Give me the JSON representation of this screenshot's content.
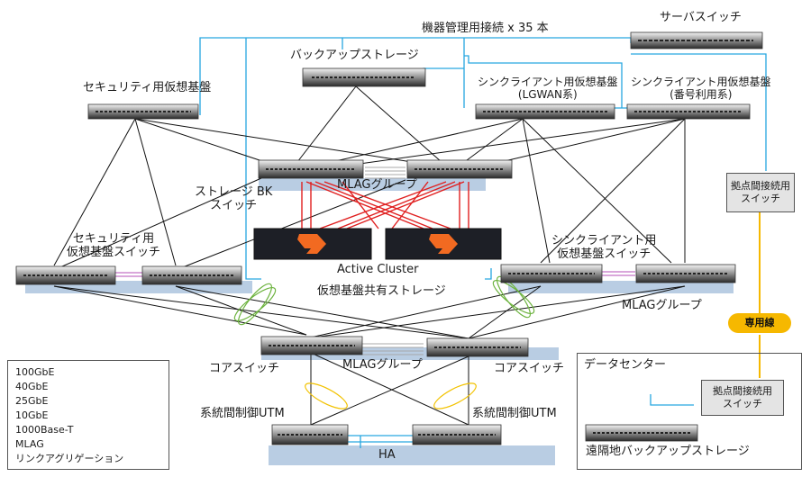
{
  "colors": {
    "link_100g": "#a8a8a8",
    "link_40g": "#b44fb7",
    "link_25g": "#e02020",
    "link_10g": "#111111",
    "link_1000base": "#27a6e0",
    "mlag": "#6db33f",
    "lag": "#f2c200",
    "group_bar": "#b9cde3",
    "dedicated_line": "#f6b800"
  },
  "labels": {
    "mgmt_title": "機器管理用接続 x 35 本",
    "server_switch": "サーバスイッチ",
    "backup_storage": "バックアップストレージ",
    "security_vm": "セキュリティ用仮想基盤",
    "thin_lgwan": "シンクライアント用仮想基盤\n(LGWAN系)",
    "thin_number": "シンクライアント用仮想基盤\n(番号利用系)",
    "mlag_group_storage": "MLAGグループ",
    "storage_bk_switch": "ストレージ BK\nスイッチ",
    "active_cluster": "Active Cluster",
    "vm_shared_storage": "仮想基盤共有ストレージ",
    "security_vm_switch": "セキュリティ用\n仮想基盤スイッチ",
    "thin_switch": "シンクライアント用\n仮想基盤スイッチ",
    "mlag_group_thin": "MLAGグループ",
    "core_switch_left": "コアスイッチ",
    "core_switch_right": "コアスイッチ",
    "mlag_group_core": "MLAGグループ",
    "utm_left": "系統間制御UTM",
    "utm_right": "系統間制御UTM",
    "ha": "HA",
    "site_switch_top": "拠点間接続用\nスイッチ",
    "dedicated_line": "専用線",
    "datacenter": "データセンター",
    "site_switch_dc": "拠点間接続用\nスイッチ",
    "remote_backup": "遠隔地バックアップストレージ"
  },
  "legend": [
    {
      "label": "100GbE",
      "kind": "line",
      "color": "#a8a8a8"
    },
    {
      "label": "40GbE",
      "kind": "line",
      "color": "#b44fb7"
    },
    {
      "label": "25GbE",
      "kind": "line",
      "color": "#e02020"
    },
    {
      "label": "10GbE",
      "kind": "line",
      "color": "#111111"
    },
    {
      "label": "1000Base-T",
      "kind": "line",
      "color": "#27a6e0"
    },
    {
      "label": "MLAG",
      "kind": "ellipse",
      "color": "#6db33f"
    },
    {
      "label": "リンクアグリゲーション",
      "kind": "ellipse",
      "color": "#f2c200"
    }
  ]
}
